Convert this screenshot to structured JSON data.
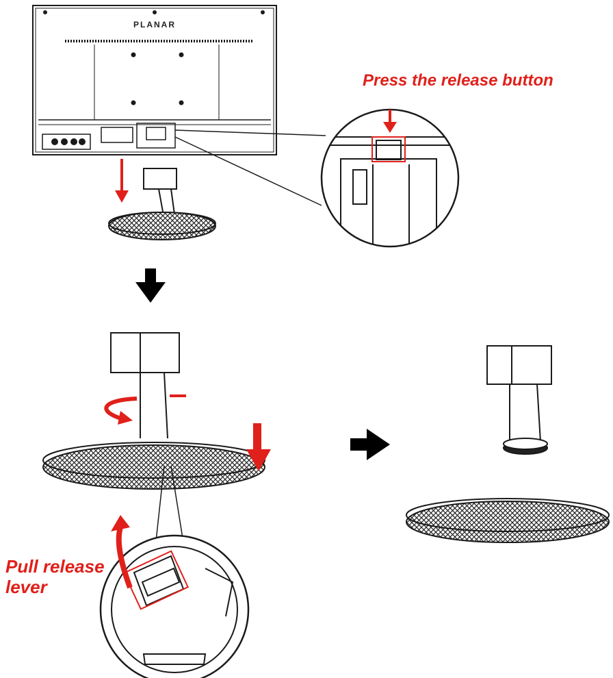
{
  "labels": {
    "brand": "PLANAR",
    "press_release_button": "Press the release button",
    "pull_release_lever_line1": "Pull release",
    "pull_release_lever_line2": "lever"
  },
  "colors": {
    "accent_red": "#e0201a",
    "line": "#1a1a1a",
    "flow_arrow": "#000000"
  },
  "steps": [
    {
      "id": "step-1",
      "name": "monitor-with-stand"
    },
    {
      "id": "step-2",
      "name": "stand-separated-rotate"
    },
    {
      "id": "step-3",
      "name": "neck-and-base-separated"
    }
  ]
}
